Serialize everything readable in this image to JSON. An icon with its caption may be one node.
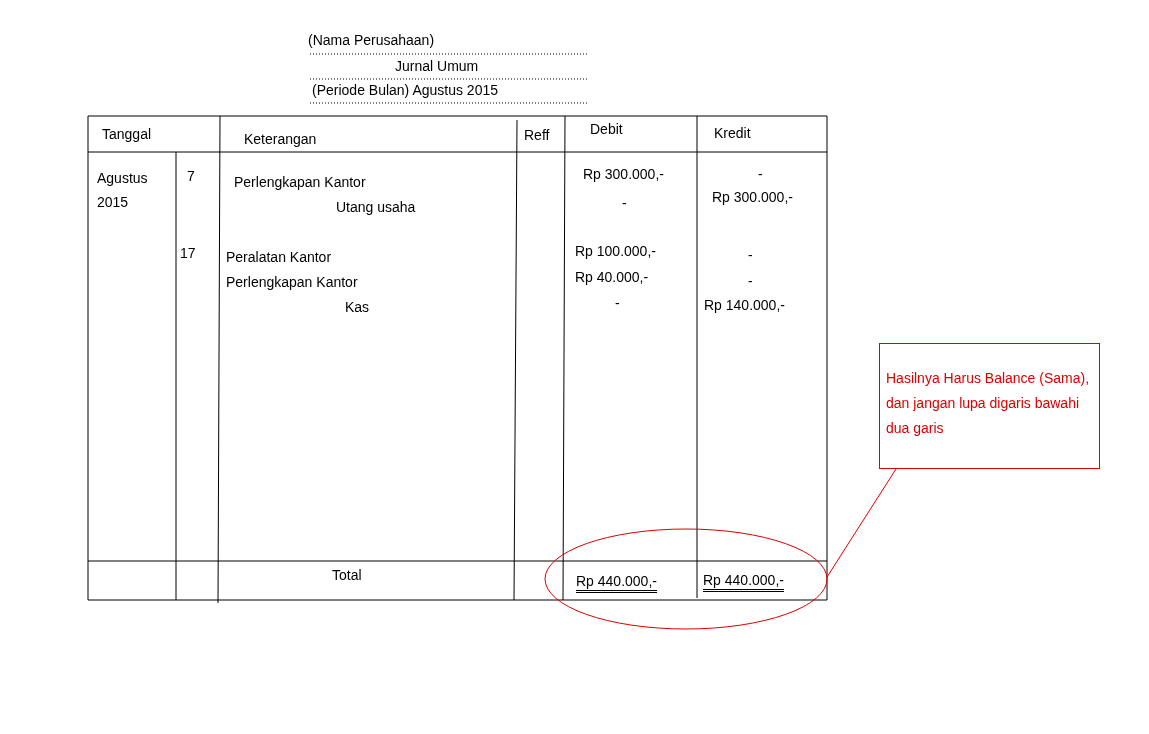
{
  "diagram": {
    "nodes": [
      {
        "text": [
          "Hasilnya Harus Balance (Sama), dan jangan lupa digaris bawahi dua garis"
        ]
      },
      {
        "text": [],
        "shape": "ellipse"
      }
    ],
    "edges": [
      {
        "from": 0,
        "to": 1,
        "arrow": "none",
        "color": "#dd0000"
      }
    ],
    "labels": [
      "(Nama Perusahaan)",
      "Jurnal Umum",
      "(Periode Bulan) Agustus 2015",
      "Tanggal",
      "Keterangan",
      "Reff",
      "Debit",
      "Kredit",
      "Agustus 2015",
      "7",
      "Perlengkapan Kantor",
      "Rp 300.000,-",
      "-",
      "Utang usaha",
      "-",
      "Rp 300.000,-",
      "17",
      "Peralatan Kantor",
      "Rp 100.000,-",
      "-",
      "Perlengkapan Kantor",
      "Rp 40.000,-",
      "-",
      "Kas",
      "-",
      "Rp 140.000,-",
      "Total",
      "Rp 440.000,-",
      "Rp 440.000,-"
    ]
  }
}
